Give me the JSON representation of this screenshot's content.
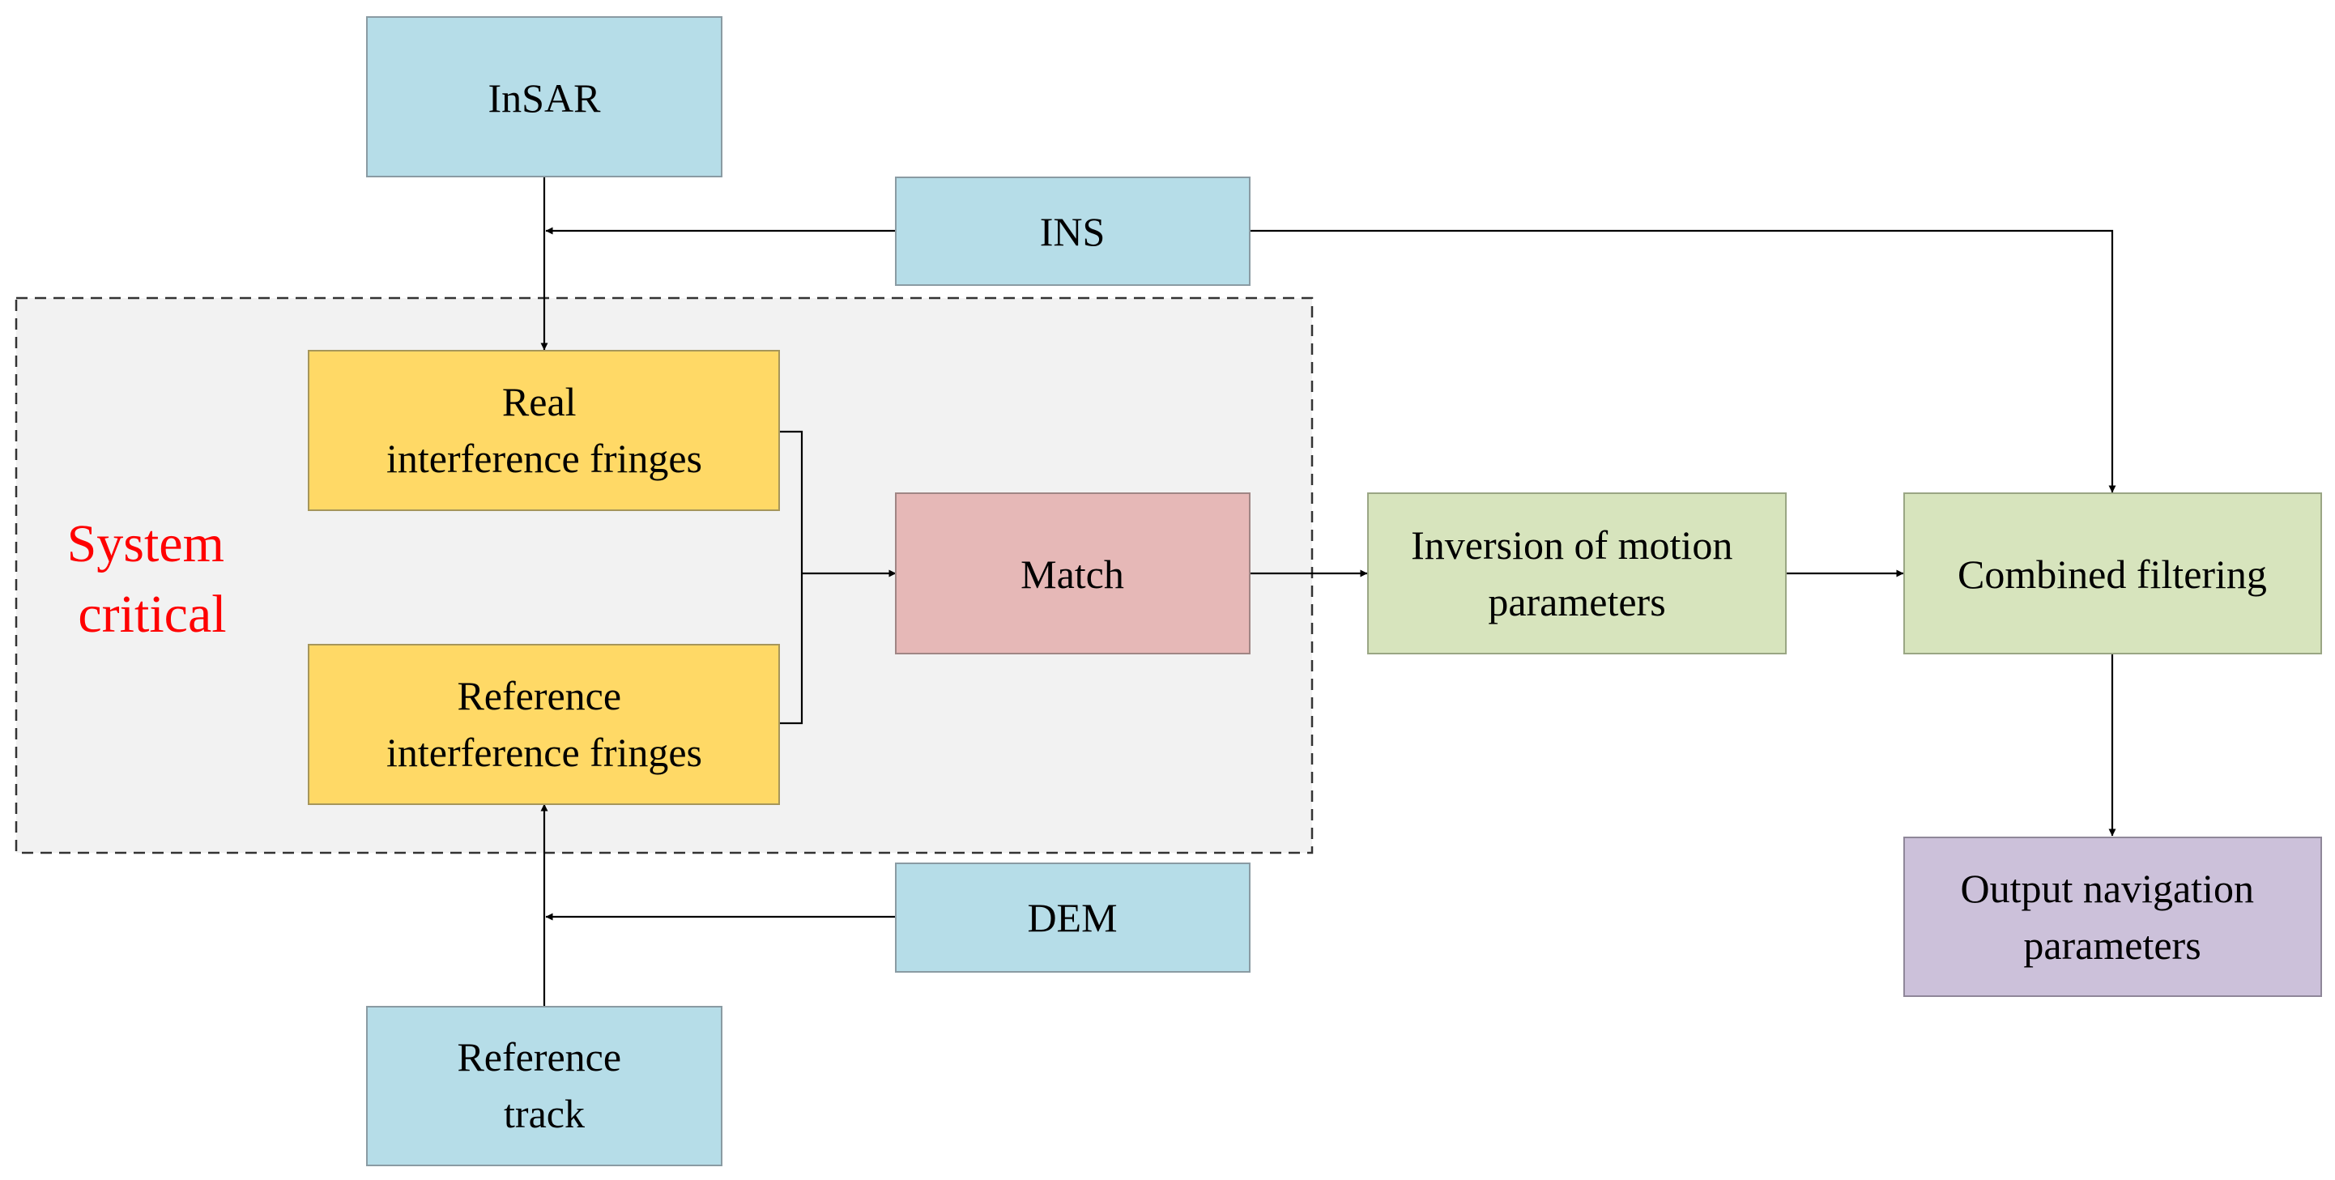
{
  "colors": {
    "blue_box": "#b6dde8",
    "yellow_box": "#ffd966",
    "red_box": "#e6b8b7",
    "green_box": "#d7e4bd",
    "purple_box": "#ccc1da",
    "critical_region": "#f2f2f2",
    "critical_label": "#ff0000",
    "line": "#000000"
  },
  "nodes": {
    "insar": [
      "InSAR"
    ],
    "ins": [
      "INS"
    ],
    "real_fringes": [
      "Real",
      "interference fringes"
    ],
    "reference_fringes": [
      "Reference",
      "interference fringes"
    ],
    "match": [
      "Match"
    ],
    "inversion": [
      "Inversion of motion",
      "parameters"
    ],
    "combined_filtering": [
      "Combined filtering"
    ],
    "output_navigation": [
      "Output navigation",
      "parameters"
    ],
    "dem": [
      "DEM"
    ],
    "reference_track": [
      "Reference",
      "track"
    ]
  },
  "system_critical_label": [
    "System",
    "critical"
  ]
}
